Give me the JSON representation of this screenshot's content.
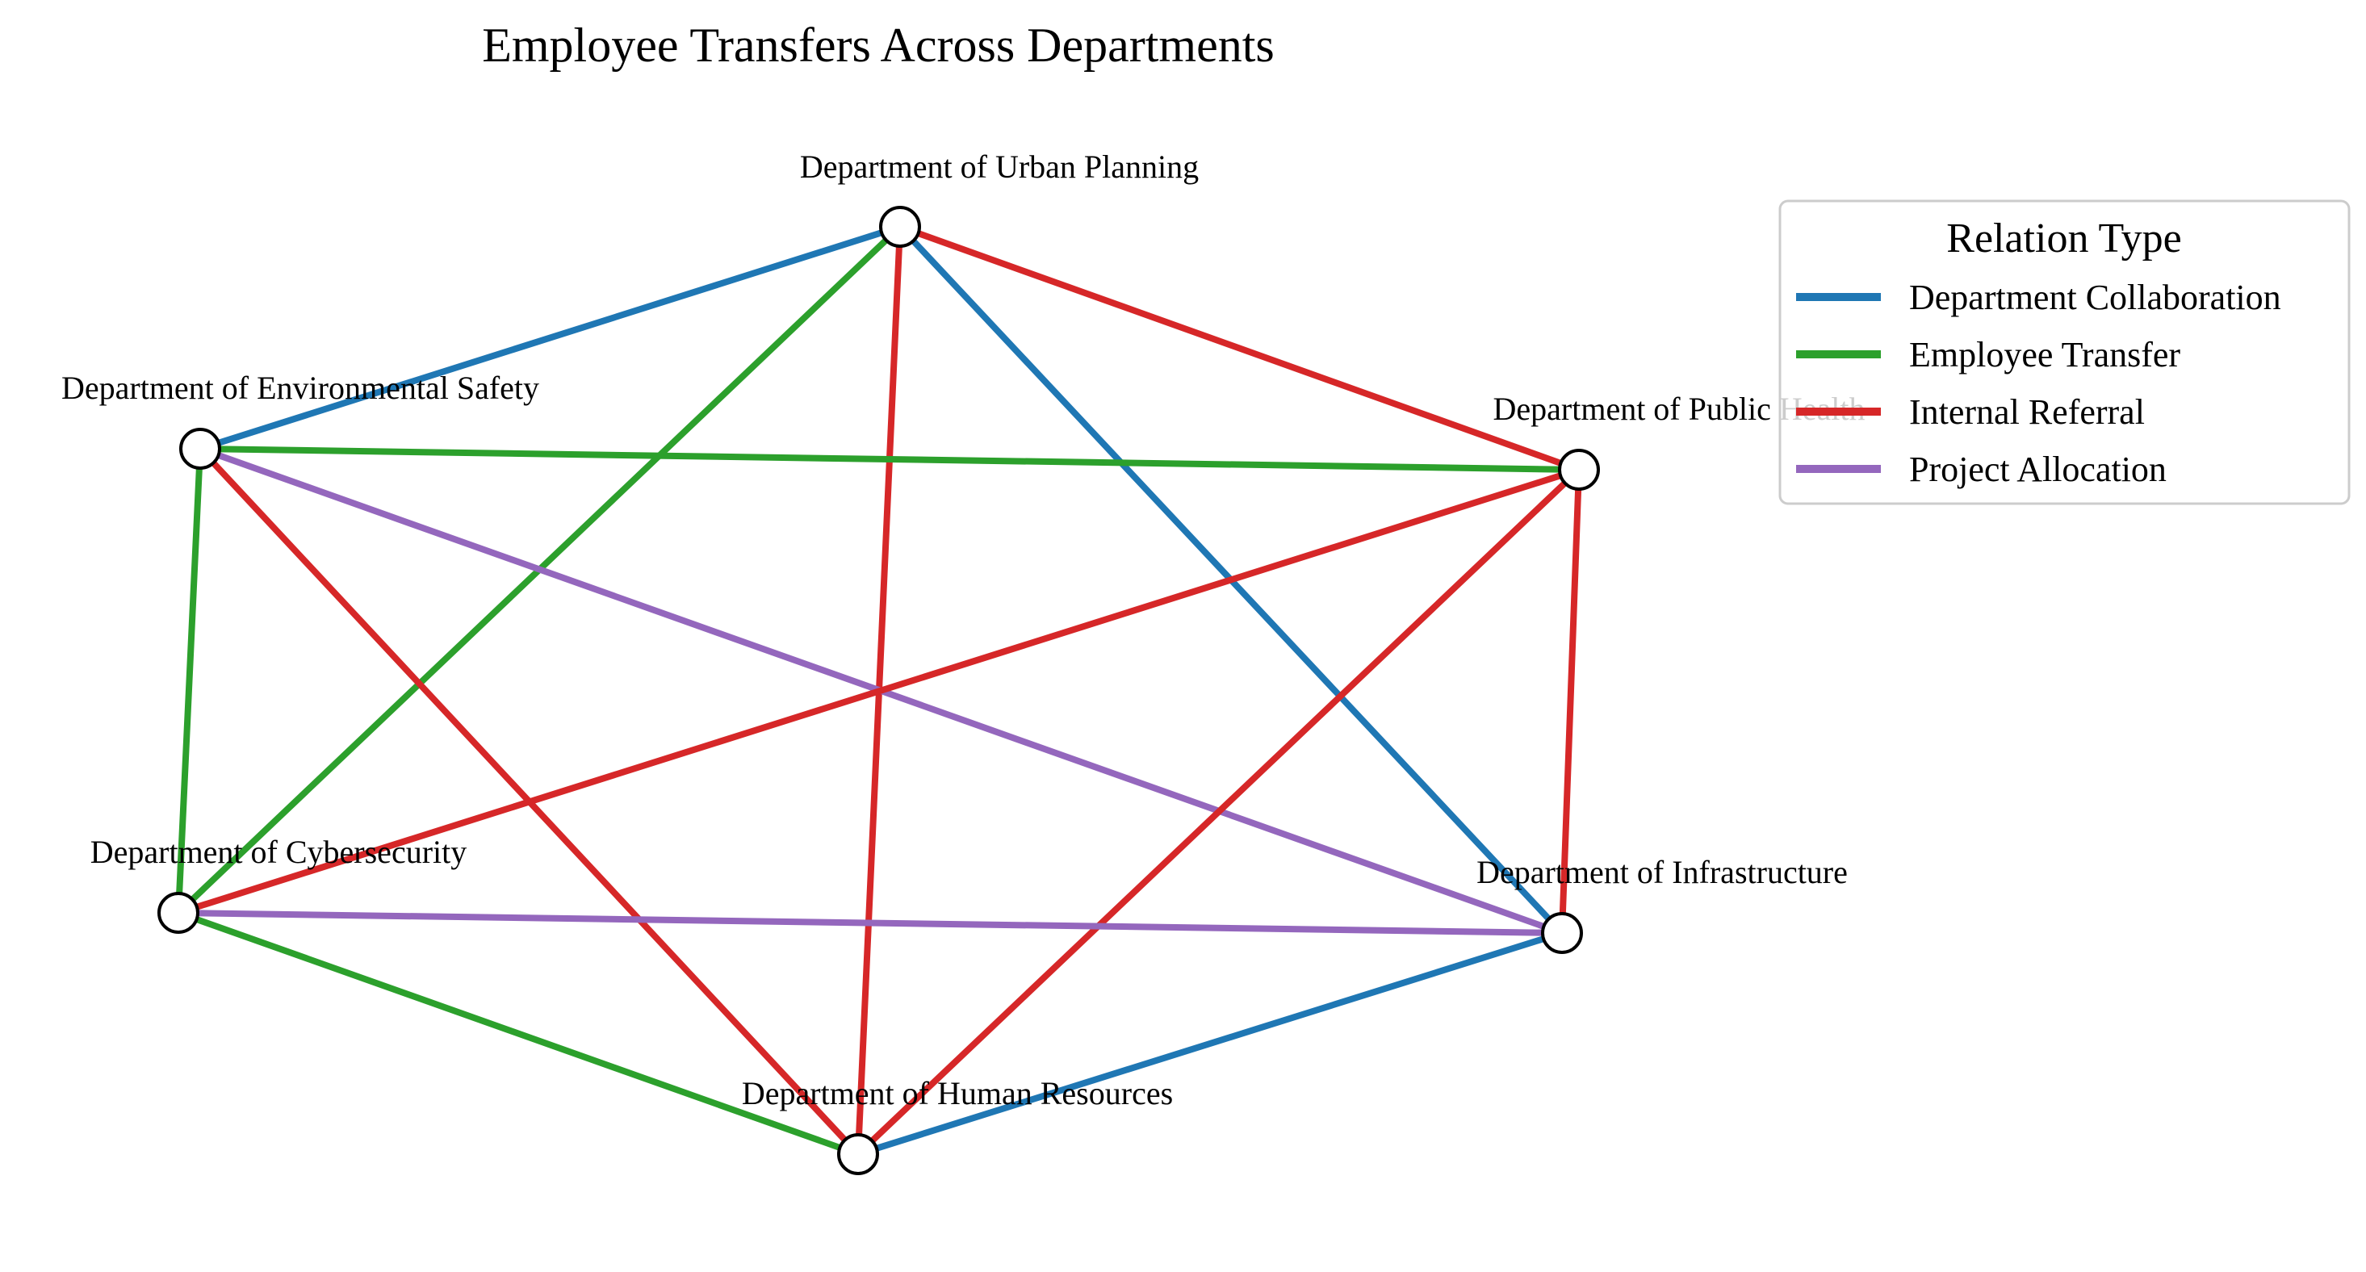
{
  "title": "Employee Transfers Across Departments",
  "nodes": [
    {
      "id": "urban",
      "label": "Department of Urban Planning"
    },
    {
      "id": "env",
      "label": "Department of Environmental Safety"
    },
    {
      "id": "health",
      "label": "Department of Public Health"
    },
    {
      "id": "cyber",
      "label": "Department of Cybersecurity"
    },
    {
      "id": "infra",
      "label": "Department of Infrastructure"
    },
    {
      "id": "hr",
      "label": "Department of Human Resources"
    }
  ],
  "edges": [
    {
      "source": "urban",
      "target": "env",
      "relation": "Department Collaboration"
    },
    {
      "source": "urban",
      "target": "cyber",
      "relation": "Employee Transfer"
    },
    {
      "source": "urban",
      "target": "hr",
      "relation": "Internal Referral"
    },
    {
      "source": "urban",
      "target": "infra",
      "relation": "Department Collaboration"
    },
    {
      "source": "urban",
      "target": "health",
      "relation": "Internal Referral"
    },
    {
      "source": "env",
      "target": "health",
      "relation": "Employee Transfer"
    },
    {
      "source": "env",
      "target": "cyber",
      "relation": "Employee Transfer"
    },
    {
      "source": "env",
      "target": "hr",
      "relation": "Internal Referral"
    },
    {
      "source": "env",
      "target": "infra",
      "relation": "Project Allocation"
    },
    {
      "source": "health",
      "target": "cyber",
      "relation": "Internal Referral"
    },
    {
      "source": "health",
      "target": "hr",
      "relation": "Internal Referral"
    },
    {
      "source": "health",
      "target": "infra",
      "relation": "Internal Referral"
    },
    {
      "source": "cyber",
      "target": "infra",
      "relation": "Project Allocation"
    },
    {
      "source": "cyber",
      "target": "hr",
      "relation": "Employee Transfer"
    },
    {
      "source": "hr",
      "target": "infra",
      "relation": "Department Collaboration"
    }
  ],
  "legend": {
    "title": "Relation Type",
    "items": [
      {
        "label": "Department Collaboration",
        "color": "#1f77b4"
      },
      {
        "label": "Employee Transfer",
        "color": "#2ca02c"
      },
      {
        "label": "Internal Referral",
        "color": "#d62728"
      },
      {
        "label": "Project Allocation",
        "color": "#9467bd"
      }
    ]
  }
}
